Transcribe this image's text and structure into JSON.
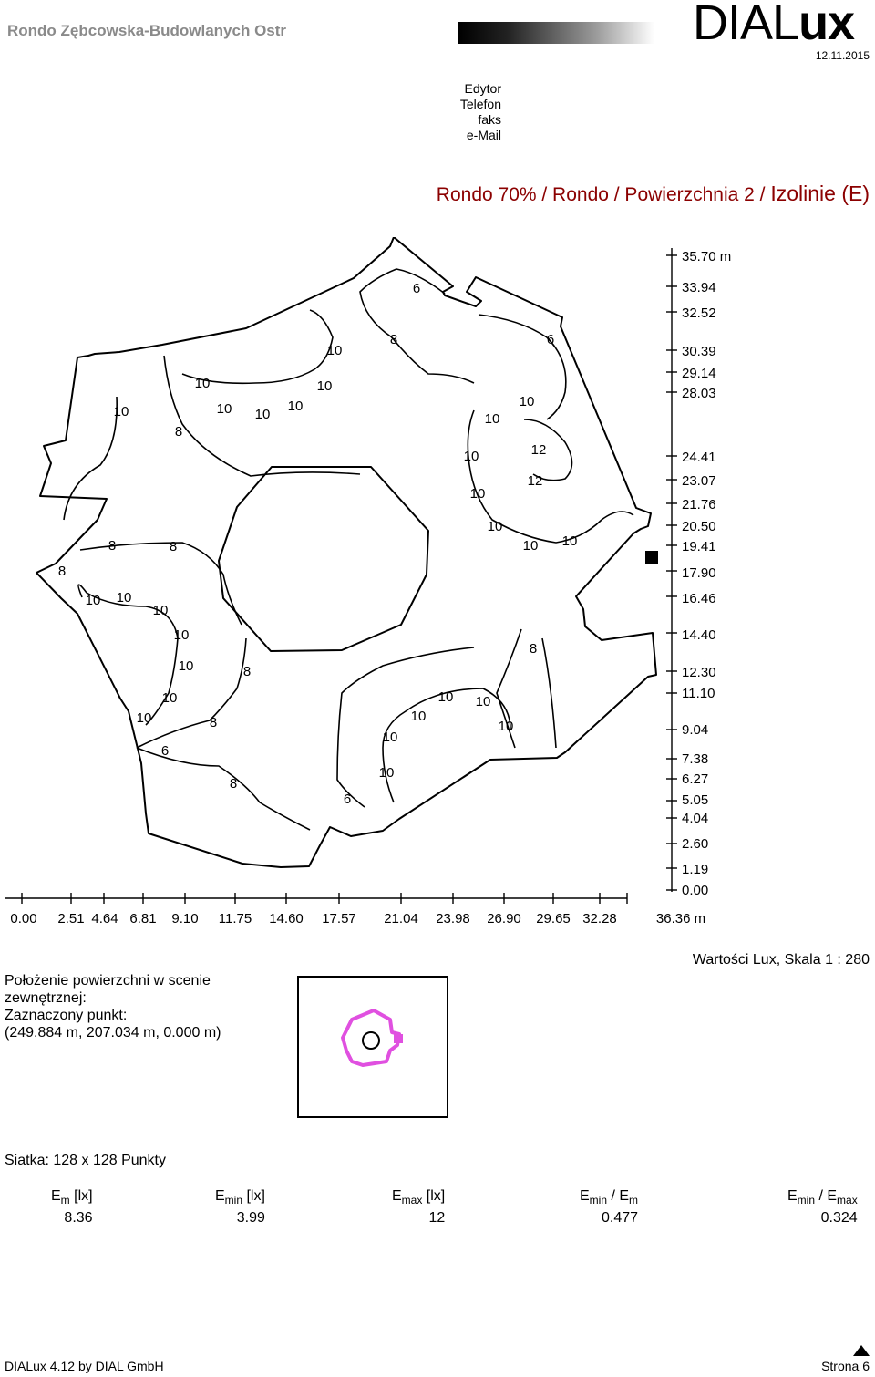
{
  "header": {
    "project_title": "Rondo Zębcowska-Budowlanych Ostr",
    "logo_text_light": "DIAL",
    "logo_text_bold": "ux",
    "date": "12.11.2015"
  },
  "contact": [
    "Edytor",
    "Telefon",
    "faks",
    "e-Mail"
  ],
  "heading": {
    "path": "Rondo 70% / Rondo / Powierzchnia 2 / ",
    "view": "Izolinie (E)"
  },
  "plan": {
    "y_axis_labels": [
      "35.70 m",
      "33.94",
      "32.52",
      "30.39",
      "29.14",
      "28.03",
      "24.41",
      "23.07",
      "21.76",
      "20.50",
      "19.41",
      "17.90",
      "16.46",
      "14.40",
      "12.30",
      "11.10",
      "9.04",
      "7.38",
      "6.27",
      "5.05",
      "4.04",
      "2.60",
      "1.19",
      "0.00"
    ],
    "x_axis_labels": [
      "0.00",
      "2.51",
      "4.64",
      "6.81",
      "9.10",
      "11.75",
      "14.60",
      "17.57",
      "21.04",
      "23.98",
      "26.90",
      "29.65",
      "32.28",
      "36.36 m"
    ],
    "isoline_labels": [
      "6",
      "8",
      "10",
      "10",
      "10",
      "10",
      "10",
      "10",
      "10",
      "8",
      "6",
      "8",
      "8",
      "8",
      "10",
      "10",
      "10",
      "10",
      "10",
      "10",
      "10",
      "8",
      "8",
      "6",
      "8",
      "6",
      "10",
      "10",
      "10",
      "10",
      "10",
      "10",
      "12",
      "12",
      "10",
      "10",
      "10",
      "8",
      "10",
      "10",
      "10",
      "10",
      "10",
      "10",
      "8"
    ]
  },
  "position": {
    "line1": "Położenie powierzchni w scenie",
    "line2": "zewnętrznej:",
    "line3": "Zaznaczony punkt:",
    "line4": "(249.884 m, 207.034 m, 0.000 m)"
  },
  "scale_label": "Wartości Lux, Skala 1 : 280",
  "grid_label": "Siatka: 128 x 128 Punkty",
  "stats": {
    "em_val": "8.36",
    "emin_val": "3.99",
    "emax_val": "12",
    "emin_em_val": "0.477",
    "emin_emax_val": "0.324"
  },
  "footer": {
    "left": "DIALux 4.12 by DIAL GmbH",
    "right": "Strona 6"
  }
}
